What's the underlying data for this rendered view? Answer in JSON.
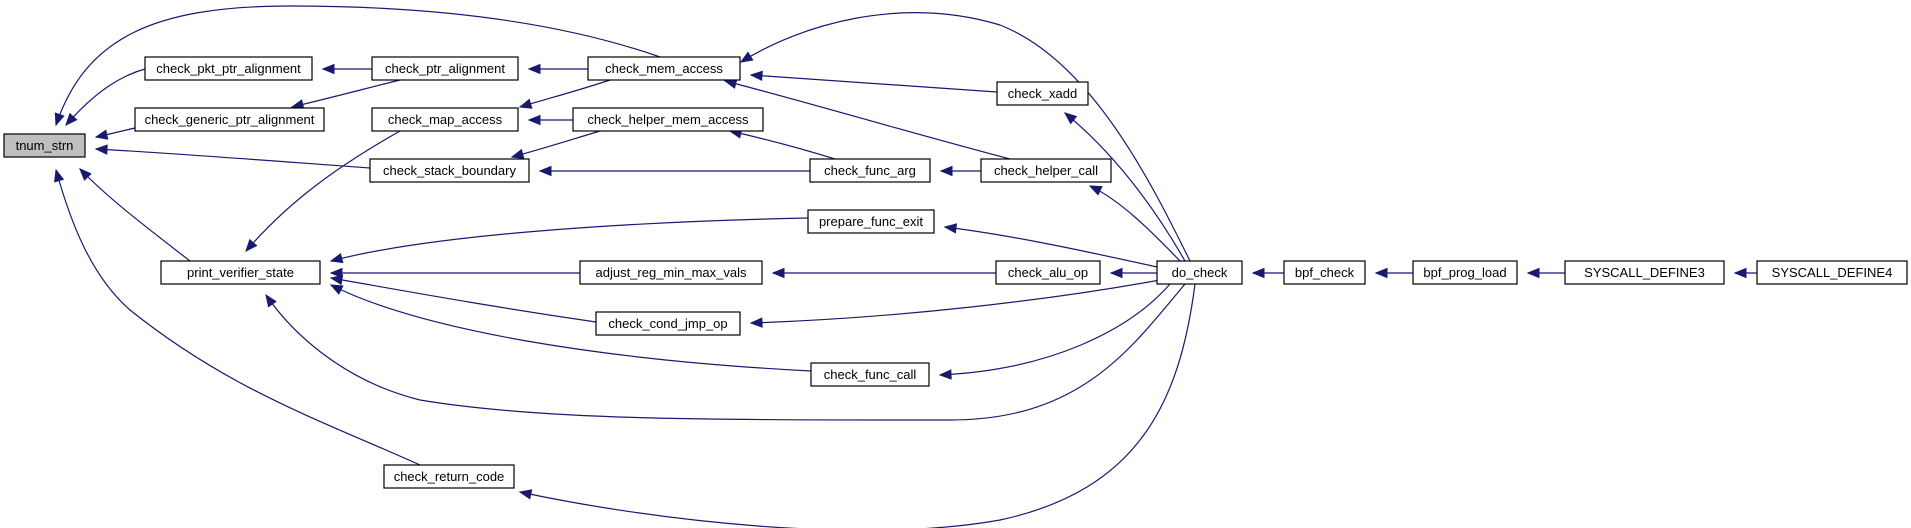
{
  "diagram": {
    "type": "call-graph",
    "colors": {
      "edge": "#191970",
      "root_fill": "#bfbfbf",
      "node_fill": "#ffffff",
      "border": "#000000"
    },
    "nodes": [
      {
        "id": "tnum_strn",
        "label": "tnum_strn",
        "root": true
      },
      {
        "id": "check_pkt_ptr_alignment",
        "label": "check_pkt_ptr_alignment"
      },
      {
        "id": "check_generic_ptr_alignment",
        "label": "check_generic_ptr_alignment"
      },
      {
        "id": "check_ptr_alignment",
        "label": "check_ptr_alignment"
      },
      {
        "id": "check_mem_access",
        "label": "check_mem_access"
      },
      {
        "id": "check_map_access",
        "label": "check_map_access"
      },
      {
        "id": "check_helper_mem_access",
        "label": "check_helper_mem_access"
      },
      {
        "id": "check_stack_boundary",
        "label": "check_stack_boundary"
      },
      {
        "id": "check_xadd",
        "label": "check_xadd"
      },
      {
        "id": "check_func_arg",
        "label": "check_func_arg"
      },
      {
        "id": "check_helper_call",
        "label": "check_helper_call"
      },
      {
        "id": "print_verifier_state",
        "label": "print_verifier_state"
      },
      {
        "id": "prepare_func_exit",
        "label": "prepare_func_exit"
      },
      {
        "id": "adjust_reg_min_max_vals",
        "label": "adjust_reg_min_max_vals"
      },
      {
        "id": "check_alu_op",
        "label": "check_alu_op"
      },
      {
        "id": "check_cond_jmp_op",
        "label": "check_cond_jmp_op"
      },
      {
        "id": "check_func_call",
        "label": "check_func_call"
      },
      {
        "id": "check_return_code",
        "label": "check_return_code"
      },
      {
        "id": "do_check",
        "label": "do_check"
      },
      {
        "id": "bpf_check",
        "label": "bpf_check"
      },
      {
        "id": "bpf_prog_load",
        "label": "bpf_prog_load"
      },
      {
        "id": "SYSCALL_DEFINE3",
        "label": "SYSCALL_DEFINE3"
      },
      {
        "id": "SYSCALL_DEFINE4",
        "label": "SYSCALL_DEFINE4"
      }
    ],
    "edges": [
      {
        "from": "check_pkt_ptr_alignment",
        "to": "tnum_strn"
      },
      {
        "from": "check_generic_ptr_alignment",
        "to": "tnum_strn"
      },
      {
        "from": "check_mem_access",
        "to": "tnum_strn"
      },
      {
        "from": "check_stack_boundary",
        "to": "tnum_strn"
      },
      {
        "from": "print_verifier_state",
        "to": "tnum_strn"
      },
      {
        "from": "check_return_code",
        "to": "tnum_strn"
      },
      {
        "from": "check_ptr_alignment",
        "to": "check_pkt_ptr_alignment"
      },
      {
        "from": "check_ptr_alignment",
        "to": "check_generic_ptr_alignment"
      },
      {
        "from": "check_mem_access",
        "to": "check_ptr_alignment"
      },
      {
        "from": "check_map_access",
        "to": "print_verifier_state"
      },
      {
        "from": "check_mem_access",
        "to": "check_map_access"
      },
      {
        "from": "check_helper_mem_access",
        "to": "check_map_access"
      },
      {
        "from": "check_helper_mem_access",
        "to": "check_stack_boundary"
      },
      {
        "from": "check_func_arg",
        "to": "check_stack_boundary"
      },
      {
        "from": "check_xadd",
        "to": "check_mem_access"
      },
      {
        "from": "check_helper_call",
        "to": "check_mem_access"
      },
      {
        "from": "do_check",
        "to": "check_mem_access"
      },
      {
        "from": "check_func_arg",
        "to": "check_helper_mem_access"
      },
      {
        "from": "check_helper_call",
        "to": "check_func_arg"
      },
      {
        "from": "do_check",
        "to": "check_xadd"
      },
      {
        "from": "do_check",
        "to": "check_helper_call"
      },
      {
        "from": "prepare_func_exit",
        "to": "print_verifier_state"
      },
      {
        "from": "adjust_reg_min_max_vals",
        "to": "print_verifier_state"
      },
      {
        "from": "check_cond_jmp_op",
        "to": "print_verifier_state"
      },
      {
        "from": "check_func_call",
        "to": "print_verifier_state"
      },
      {
        "from": "do_check",
        "to": "print_verifier_state"
      },
      {
        "from": "do_check",
        "to": "prepare_func_exit"
      },
      {
        "from": "check_alu_op",
        "to": "adjust_reg_min_max_vals"
      },
      {
        "from": "do_check",
        "to": "check_alu_op"
      },
      {
        "from": "do_check",
        "to": "check_cond_jmp_op"
      },
      {
        "from": "do_check",
        "to": "check_func_call"
      },
      {
        "from": "do_check",
        "to": "check_return_code"
      },
      {
        "from": "bpf_check",
        "to": "do_check"
      },
      {
        "from": "bpf_prog_load",
        "to": "bpf_check"
      },
      {
        "from": "SYSCALL_DEFINE3",
        "to": "bpf_prog_load"
      },
      {
        "from": "SYSCALL_DEFINE4",
        "to": "SYSCALL_DEFINE3"
      }
    ]
  }
}
